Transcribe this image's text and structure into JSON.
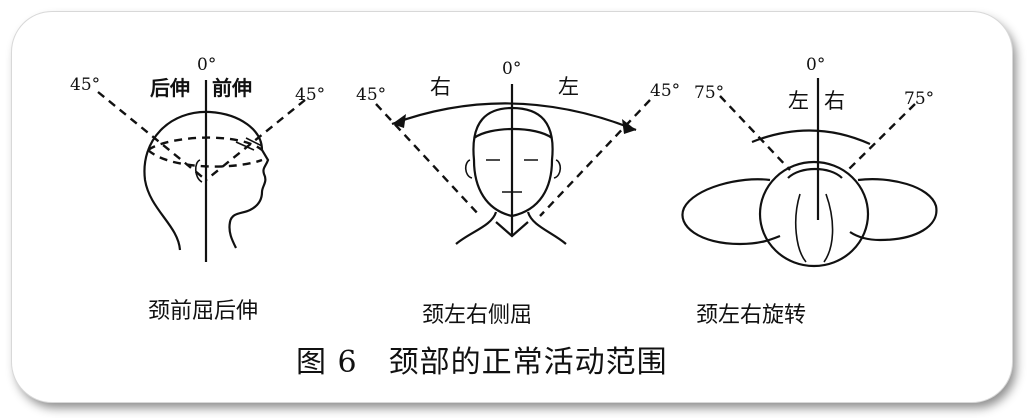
{
  "figure": {
    "title": "图 6　颈部的正常活动范围"
  },
  "panels": [
    {
      "caption": "颈前屈后伸",
      "labels": {
        "zero": "0°",
        "left_angle": "45°",
        "right_angle": "45°",
        "back": "后伸",
        "forward": "前伸"
      }
    },
    {
      "caption": "颈左右侧屈",
      "labels": {
        "zero": "0°",
        "left_angle": "45°",
        "right_angle": "45°",
        "right_side": "右",
        "left_side": "左"
      }
    },
    {
      "caption": "颈左右旋转",
      "labels": {
        "zero": "0°",
        "left_angle": "75°",
        "right_angle": "75°",
        "left_side": "左",
        "right_side": "右"
      }
    }
  ]
}
